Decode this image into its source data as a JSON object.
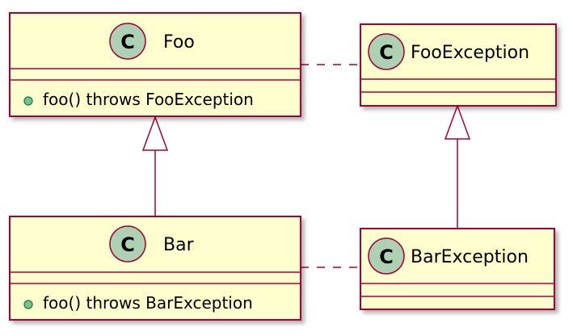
{
  "diagram": {
    "classes": [
      {
        "id": "foo",
        "name": "Foo",
        "stereotype": "C",
        "members": [
          "foo() throws FooException"
        ]
      },
      {
        "id": "foo_exception",
        "name": "FooException",
        "stereotype": "C",
        "members": []
      },
      {
        "id": "bar",
        "name": "Bar",
        "stereotype": "C",
        "members": [
          "foo() throws BarException"
        ]
      },
      {
        "id": "bar_exception",
        "name": "BarException",
        "stereotype": "C",
        "members": []
      }
    ],
    "relations": [
      {
        "type": "inheritance",
        "from": "bar",
        "to": "foo"
      },
      {
        "type": "inheritance",
        "from": "bar_exception",
        "to": "foo_exception"
      },
      {
        "type": "dependency-dashed",
        "from": "foo",
        "to": "foo_exception"
      },
      {
        "type": "dependency-dashed",
        "from": "bar",
        "to": "bar_exception"
      }
    ],
    "colors": {
      "class_fill": "#FEFECE",
      "class_border": "#A80036",
      "stereotype_fill": "#ADD1B2",
      "line": "#A80036",
      "shadow": "#c8c8c8"
    }
  }
}
